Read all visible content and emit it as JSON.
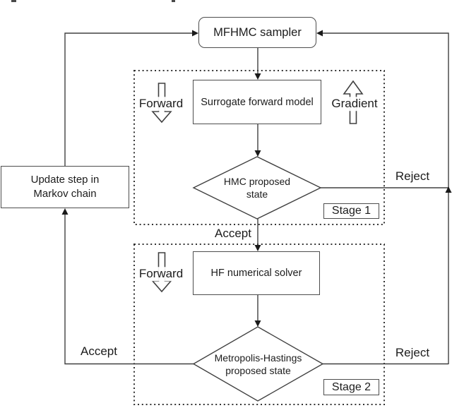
{
  "figure": {
    "description": "Two-stage multifidelity HMC sampling flowchart"
  },
  "nodes": {
    "sampler": {
      "label": "MFHMC sampler"
    },
    "surrogate": {
      "label": "Surrogate forward model"
    },
    "hmc_state": {
      "label": "HMC proposed\nstate"
    },
    "update": {
      "label": "Update step in\nMarkov chain"
    },
    "hf_solver": {
      "label": "HF numerical solver"
    },
    "mh_state": {
      "label": "Metropolis-Hastings\nproposed state"
    }
  },
  "stages": {
    "stage1": {
      "label": "Stage 1"
    },
    "stage2": {
      "label": "Stage 2"
    }
  },
  "edge_labels": {
    "forward_stage1": "Forward",
    "gradient_stage1": "Gradient",
    "forward_stage2": "Forward",
    "accept_mid": "Accept",
    "accept_left": "Accept",
    "reject_stage1": "Reject",
    "reject_stage2": "Reject"
  },
  "colors": {
    "line": "#404040",
    "border": "#4d4d4d",
    "text": "#1c1c1c",
    "background": "#ffffff"
  }
}
